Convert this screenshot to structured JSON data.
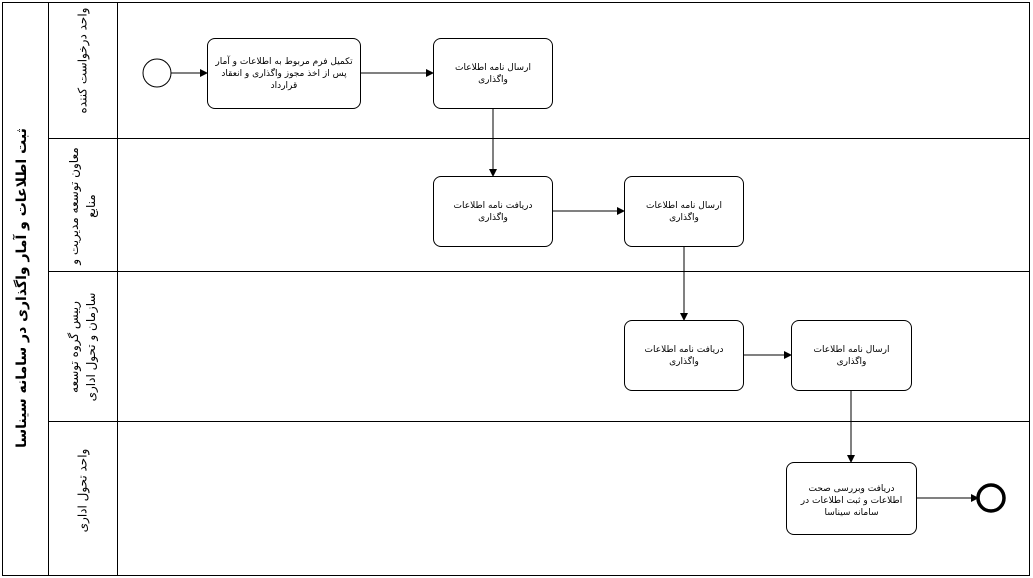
{
  "pool": {
    "title": "ثبت اطلاعات و آمار واگذاری در سامانه سیناسا"
  },
  "lanes": [
    {
      "label": "واحد درخواست کننده"
    },
    {
      "label": "معاون توسعه مدیریت و منابع"
    },
    {
      "label": "رییس گروه توسعه سازمان و تحول اداری"
    },
    {
      "label": "واحد تحول اداری"
    }
  ],
  "tasks": {
    "fill_form": "تکمیل فرم مربوط به اطلاعات و آمار پس از اخذ مجوز واگذاری و انعقاد قرارداد",
    "send_letter_1": "ارسال نامه اطلاعات واگذاری",
    "receive_letter_1": "دریافت نامه اطلاعات واگذاری",
    "send_letter_2": "ارسال نامه اطلاعات واگذاری",
    "receive_letter_2": "دریافت نامه اطلاعات واگذاری",
    "send_letter_3": "ارسال نامه اطلاعات واگذاری",
    "review_register": "دریافت وبررسی صحت اطلاعات و ثبت اطلاعات در سامانه سیناسا"
  }
}
